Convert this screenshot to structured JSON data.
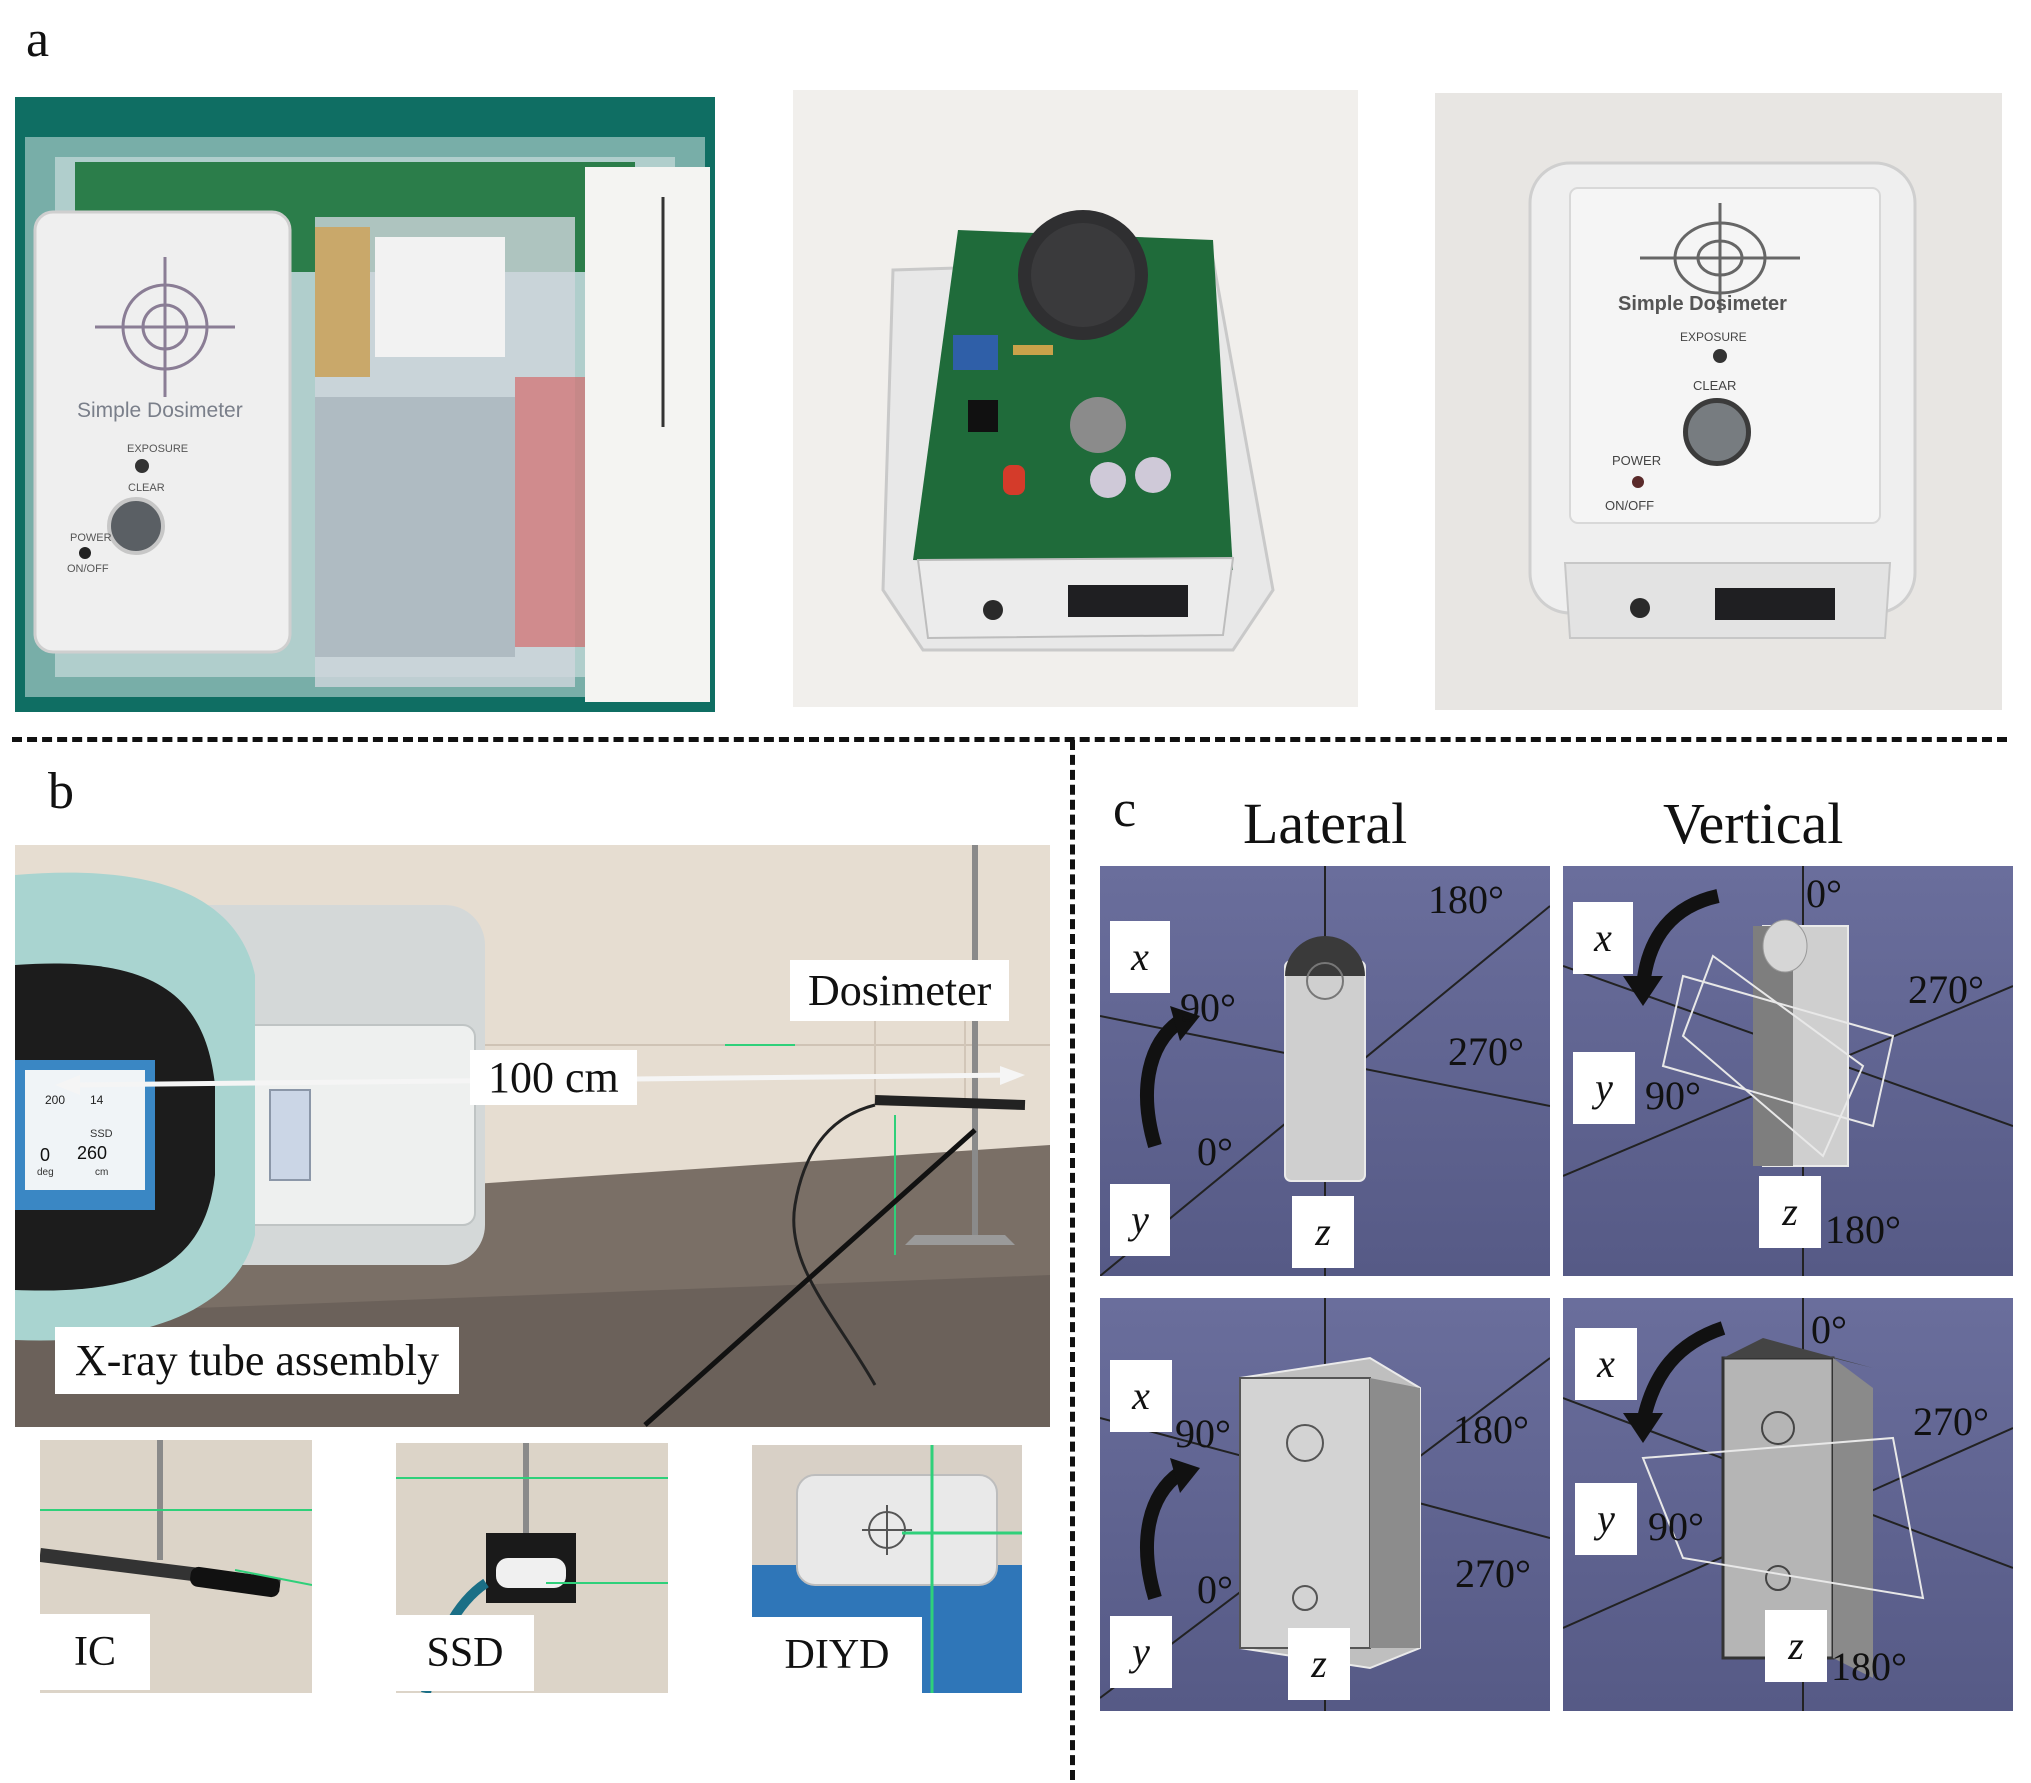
{
  "panels": {
    "a": {
      "letter": "a",
      "device_text": {
        "title": "Simple Dosimeter",
        "exposure": "EXPOSURE",
        "clear": "CLEAR",
        "power": "POWER",
        "onoff": "ON/OFF"
      }
    },
    "b": {
      "letter": "b",
      "dosimeter_label": "Dosimeter",
      "distance_label": "100 cm",
      "tube_label": "X-ray tube assembly",
      "screen": {
        "ssd_label": "SSD",
        "ssd_value": "260",
        "ssd_unit": "cm",
        "angle_value": "0",
        "angle_unit": "deg",
        "top_left": "200",
        "top_mid": "14"
      },
      "insets": [
        "IC",
        "SSD",
        "DIYD"
      ]
    },
    "c": {
      "letter": "c",
      "col_lateral": "Lateral",
      "col_vertical": "Vertical",
      "axes": {
        "x": "x",
        "y": "y",
        "z": "z"
      },
      "angles": {
        "a0": "0°",
        "a90": "90°",
        "a180": "180°",
        "a270": "270°"
      }
    }
  },
  "colors": {
    "cad_bg": "#5f6391",
    "pcb_green": "#1f6b3a",
    "laser_green": "#2fd07a",
    "bag_teal": "#0f6e63"
  }
}
